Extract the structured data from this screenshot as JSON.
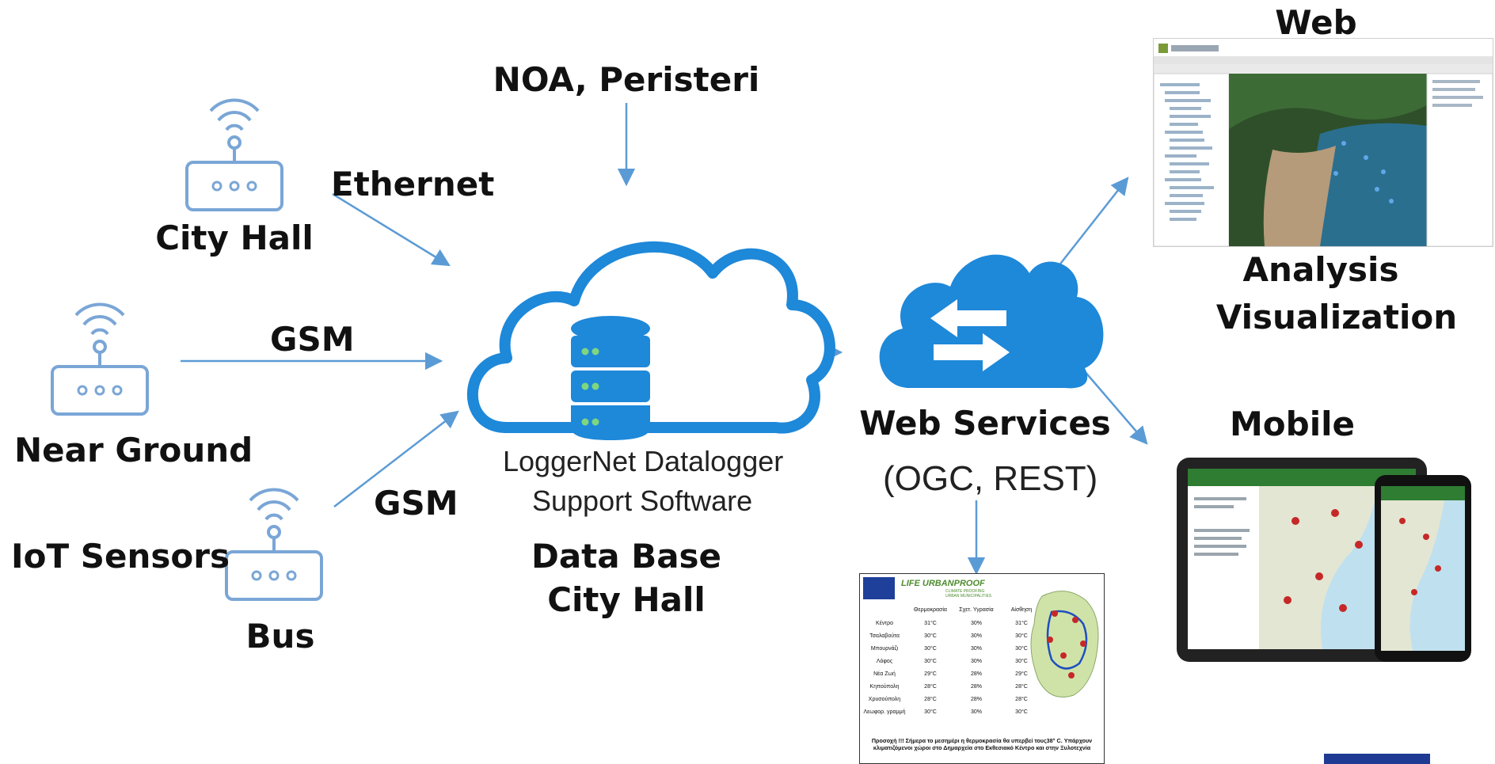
{
  "sources": {
    "noa": "NOA, Peristeri",
    "city_hall": "City Hall",
    "near_ground": "Near Ground",
    "iot_sensors": "IoT Sensors",
    "bus": "Bus"
  },
  "links": {
    "ethernet": "Ethernet",
    "gsm_1": "GSM",
    "gsm_2": "GSM"
  },
  "database": {
    "software_line1": "LoggerNet Datalogger",
    "software_line2": "Support Software",
    "title_line1": "Data Base",
    "title_line2": "City Hall"
  },
  "web_services": {
    "title": "Web Services",
    "subtitle": "(OGC, REST)"
  },
  "outputs": {
    "web": "Web",
    "analysis": "Analysis",
    "visualization": "Visualization",
    "mobile": "Mobile"
  },
  "bulletin": {
    "project": "LIFE URBANPROOF",
    "project_sub": [
      "CLIMATE PROOFING",
      "URBAN MUNICIPALITIES"
    ],
    "headers": [
      "",
      "Θερμοκρασία",
      "Σχετ. Υγρασία",
      "Αίσθηση"
    ],
    "rows": [
      [
        "Κέντρο",
        "31°C",
        "30%",
        "31°C"
      ],
      [
        "Τσαλαβούτα",
        "30°C",
        "30%",
        "30°C"
      ],
      [
        "Μπουρνάζι",
        "30°C",
        "30%",
        "30°C"
      ],
      [
        "Λόφος",
        "30°C",
        "30%",
        "30°C"
      ],
      [
        "Νέα Ζωή",
        "29°C",
        "28%",
        "29°C"
      ],
      [
        "Κηπούπολη",
        "28°C",
        "28%",
        "28°C"
      ],
      [
        "Χρυσούπολη",
        "28°C",
        "28%",
        "28°C"
      ],
      [
        "Λεωφορ. γραμμή",
        "30°C",
        "30%",
        "30°C"
      ]
    ],
    "note": "Προσοχή !!! Σήμερα το μεσημέρι η θερμοκρασία θα υπερβεί τους38° C. Υπάρχουν κλιματιζόμενοι χώροι στο Δημαρχεία στο Εκθεσιακό Κέντρο και στην Ξυλοτεχνία"
  },
  "colors": {
    "arrow": "#5b9bd5",
    "cloud_fill": "#1e88d9",
    "sensor_outline": "#7aa6d6",
    "label_text": "#111111"
  },
  "icons": [
    "wifi-router-icon",
    "database-icon",
    "cloud-icon",
    "exchange-arrows-icon"
  ]
}
